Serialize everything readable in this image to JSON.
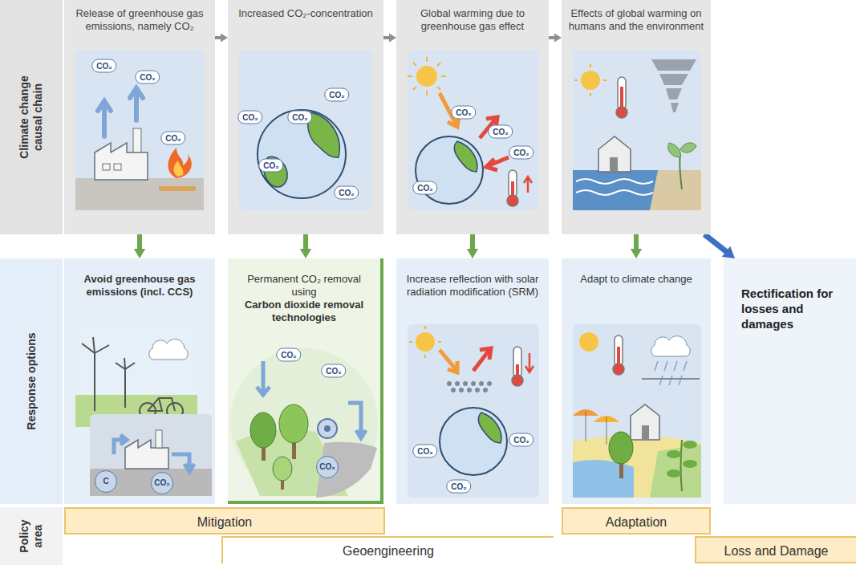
{
  "diagram": {
    "nodes": [
      {
        "text": [
          "Release of greenhouse gas emissions, namely CO₂"
        ]
      },
      {
        "text": [
          "Increased CO₂-concentration"
        ]
      },
      {
        "text": [
          "Global warming due to greenhouse gas effect"
        ]
      },
      {
        "text": [
          "Effects of global warming on humans and the environment"
        ]
      },
      {
        "text": [
          "Avoid greenhouse gas emissions (incl. CCS)"
        ]
      },
      {
        "text": [
          "Permanent CO₂ removal using",
          "Carbon dioxide removal technologies"
        ]
      },
      {
        "text": [
          "Increase reflection with solar radiation modification (SRM)"
        ]
      },
      {
        "text": [
          "Adapt to climate change"
        ]
      },
      {
        "text": [
          "Rectification for losses and damages"
        ]
      },
      {
        "text": [
          "Mitigation"
        ]
      },
      {
        "text": [
          "Adaptation"
        ]
      },
      {
        "text": [
          "Geoengineering"
        ]
      },
      {
        "text": [
          "Loss and Damage"
        ]
      }
    ],
    "edges": [
      {
        "from": 0,
        "to": 1,
        "arrow": "to"
      },
      {
        "from": 1,
        "to": 2,
        "arrow": "to"
      },
      {
        "from": 2,
        "to": 3,
        "arrow": "to"
      },
      {
        "from": 0,
        "to": 4,
        "arrow": "to"
      },
      {
        "from": 1,
        "to": 5,
        "arrow": "to"
      },
      {
        "from": 2,
        "to": 6,
        "arrow": "to"
      },
      {
        "from": 3,
        "to": 7,
        "arrow": "to"
      },
      {
        "from": 3,
        "to": 8,
        "arrow": "to"
      }
    ],
    "labels": [
      "Climate change causal chain",
      "Response options",
      "Policy area",
      "CO₂",
      "CO₂",
      "CO₂",
      "CO₂",
      "CO₂",
      "CO₂",
      "CO₂",
      "CO₂",
      "CO₂",
      "CO₂",
      "CO₂",
      "CO₂",
      "C",
      "CO₂",
      "CO₂",
      "CO₂",
      "CO₂",
      "CO₂",
      "CO₂",
      "CO₂"
    ]
  }
}
